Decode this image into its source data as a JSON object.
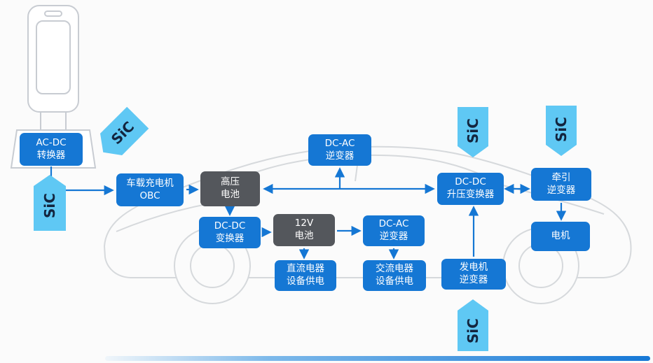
{
  "colors": {
    "node_blue": "#1577d4",
    "node_dark": "#54575c",
    "sic_fill": "#5fc8f4",
    "sic_text": "#13253f",
    "arrow_blue": "#1577d4",
    "sketch_gray": "#d6d9dc",
    "background": "#fbfbfb",
    "accent_bar": "#1678d6"
  },
  "nodes": {
    "ac_dc_converter": {
      "line1": "AC-DC",
      "line2": "转换器"
    },
    "onboard_charger": {
      "line1": "车载充电机",
      "line2": "OBC"
    },
    "hv_battery": {
      "line1": "高压",
      "line2": "电池"
    },
    "dc_ac_inverter_top": {
      "line1": "DC-AC",
      "line2": "逆变器"
    },
    "dc_dc_boost": {
      "line1": "DC-DC",
      "line2": "升压变换器"
    },
    "traction_inverter": {
      "line1": "牵引",
      "line2": "逆变器"
    },
    "motor": {
      "line1": "电机"
    },
    "dc_dc_converter": {
      "line1": "DC-DC",
      "line2": "变换器"
    },
    "battery_12v": {
      "line1": "12V",
      "line2": "电池"
    },
    "dc_ac_inverter_mid": {
      "line1": "DC-AC",
      "line2": "逆变器"
    },
    "dc_load": {
      "line1": "直流电器",
      "line2": "设备供电"
    },
    "ac_load": {
      "line1": "交流电器",
      "line2": "设备供电"
    },
    "generator_inverter": {
      "line1": "发电机",
      "line2": "逆变器"
    }
  },
  "sic": {
    "charger_diagonal": "SiC",
    "charger_vertical": "SiC",
    "boost_top": "SiC",
    "traction_top": "SiC",
    "generator_bottom": "SiC"
  }
}
